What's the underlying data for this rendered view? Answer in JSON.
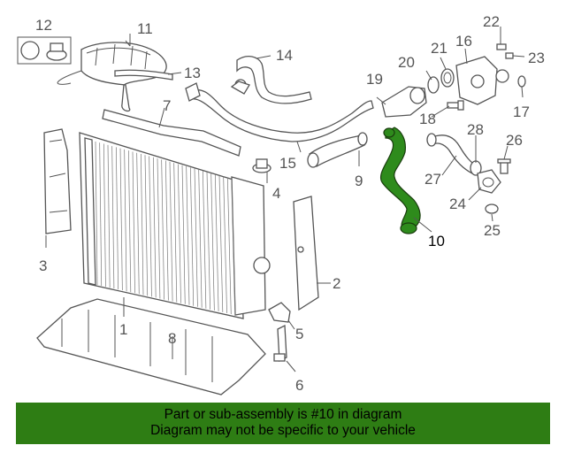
{
  "diagram": {
    "callouts": {
      "c1": "1",
      "c2": "2",
      "c3": "3",
      "c4": "4",
      "c5": "5",
      "c6": "6",
      "c7": "7",
      "c8": "8",
      "c9": "9",
      "c10": "10",
      "c11": "11",
      "c12": "12",
      "c13": "13",
      "c14": "14",
      "c15": "15",
      "c16": "16",
      "c17": "17",
      "c18": "18",
      "c19": "19",
      "c20": "20",
      "c21": "21",
      "c22": "22",
      "c23": "23",
      "c24": "24",
      "c25": "25",
      "c26": "26",
      "c27": "27",
      "c28": "28"
    },
    "highlight_color": "#2e8b1c"
  },
  "banner": {
    "line1": "Part or sub-assembly is #10 in diagram",
    "line2": "Diagram may not be specific to your vehicle",
    "background": "#2e7d14"
  }
}
